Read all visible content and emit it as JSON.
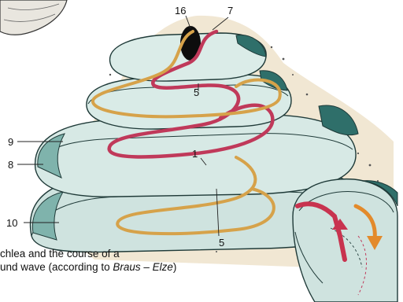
{
  "labels": {
    "l16": "16",
    "l7": "7",
    "l5_top": "5",
    "l9": "9",
    "l8": "8",
    "l1": "1",
    "l10": "10",
    "l5_bottom": "5"
  },
  "caption": {
    "line1": "chlea and the course of a",
    "line2_start": "und wave (according to ",
    "author1": "Braus",
    "sep": " – ",
    "author2": "Elze",
    "line2_end": ")"
  },
  "colors": {
    "turn_fill": "#cfe3df",
    "turn_shade": "#7fb3ac",
    "turn_dark": "#2f6f6a",
    "bone": "#f1e7d3",
    "red_path": "#c0395a",
    "gold_path": "#d6a24a",
    "arrow_red": "#c8334f",
    "arrow_orange": "#e38a2b"
  },
  "icons": {
    "up_arrow": "red-up-arrow-icon",
    "down_arrow": "orange-down-arrow-icon"
  }
}
